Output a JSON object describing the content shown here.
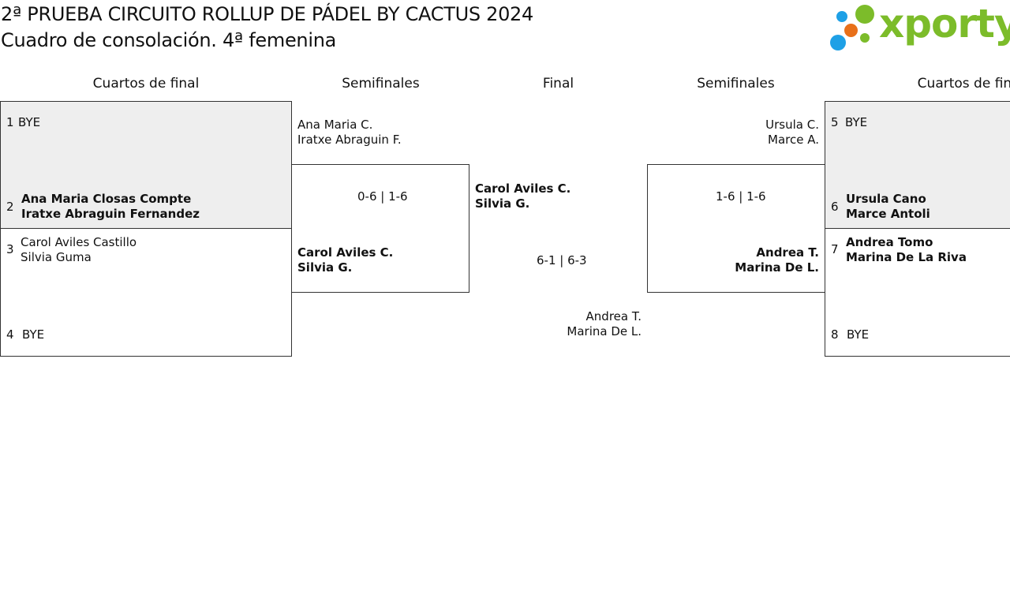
{
  "header": {
    "title": "2ª PRUEBA CIRCUITO ROLLUP DE PÁDEL BY CACTUS 2024",
    "subtitle": "Cuadro de consolación. 4ª femenina"
  },
  "logo": {
    "text": "xporty",
    "color": "#7cbc2a",
    "dot_colors": [
      "#7cbc2a",
      "#1ea0e6",
      "#e8701a",
      "#1ea0e6",
      "#7cbc2a"
    ]
  },
  "rounds": {
    "left_quarters": "Cuartos de final",
    "left_semis": "Semifinales",
    "final": "Final",
    "right_semis": "Semifinales",
    "right_quarters": "Cuartos de final"
  },
  "quarters_left": [
    {
      "seed": "1",
      "player1": "BYE",
      "player2": ""
    },
    {
      "seed": "2",
      "player1": "Ana Maria Closas Compte",
      "player2": "Iratxe Abraguin Fernandez"
    },
    {
      "seed": "3",
      "player1": "Carol Aviles Castillo",
      "player2": "Silvia Guma"
    },
    {
      "seed": "4",
      "player1": "BYE",
      "player2": ""
    }
  ],
  "quarters_right": [
    {
      "seed": "5",
      "player1": "BYE",
      "player2": ""
    },
    {
      "seed": "6",
      "player1": "Ursula Cano",
      "player2": "Marce Antoli"
    },
    {
      "seed": "7",
      "player1": "Andrea Tomo",
      "player2": "Marina De La Riva"
    },
    {
      "seed": "8",
      "player1": "BYE",
      "player2": ""
    }
  ],
  "semis_left": {
    "top": {
      "player1": "Ana Maria C.",
      "player2": "Iratxe Abraguin F."
    },
    "score": "0-6 | 1-6",
    "bottom": {
      "player1": "Carol Aviles C.",
      "player2": "Silvia G."
    }
  },
  "semis_right": {
    "top": {
      "player1": "Ursula C.",
      "player2": "Marce A."
    },
    "score": "1-6 | 1-6",
    "bottom": {
      "player1": "Andrea T.",
      "player2": "Marina De L."
    }
  },
  "final": {
    "top": {
      "player1": "Carol Aviles C.",
      "player2": "Silvia G."
    },
    "score": "6-1 | 6-3",
    "bottom": {
      "player1": "Andrea T.",
      "player2": "Marina De L."
    }
  }
}
